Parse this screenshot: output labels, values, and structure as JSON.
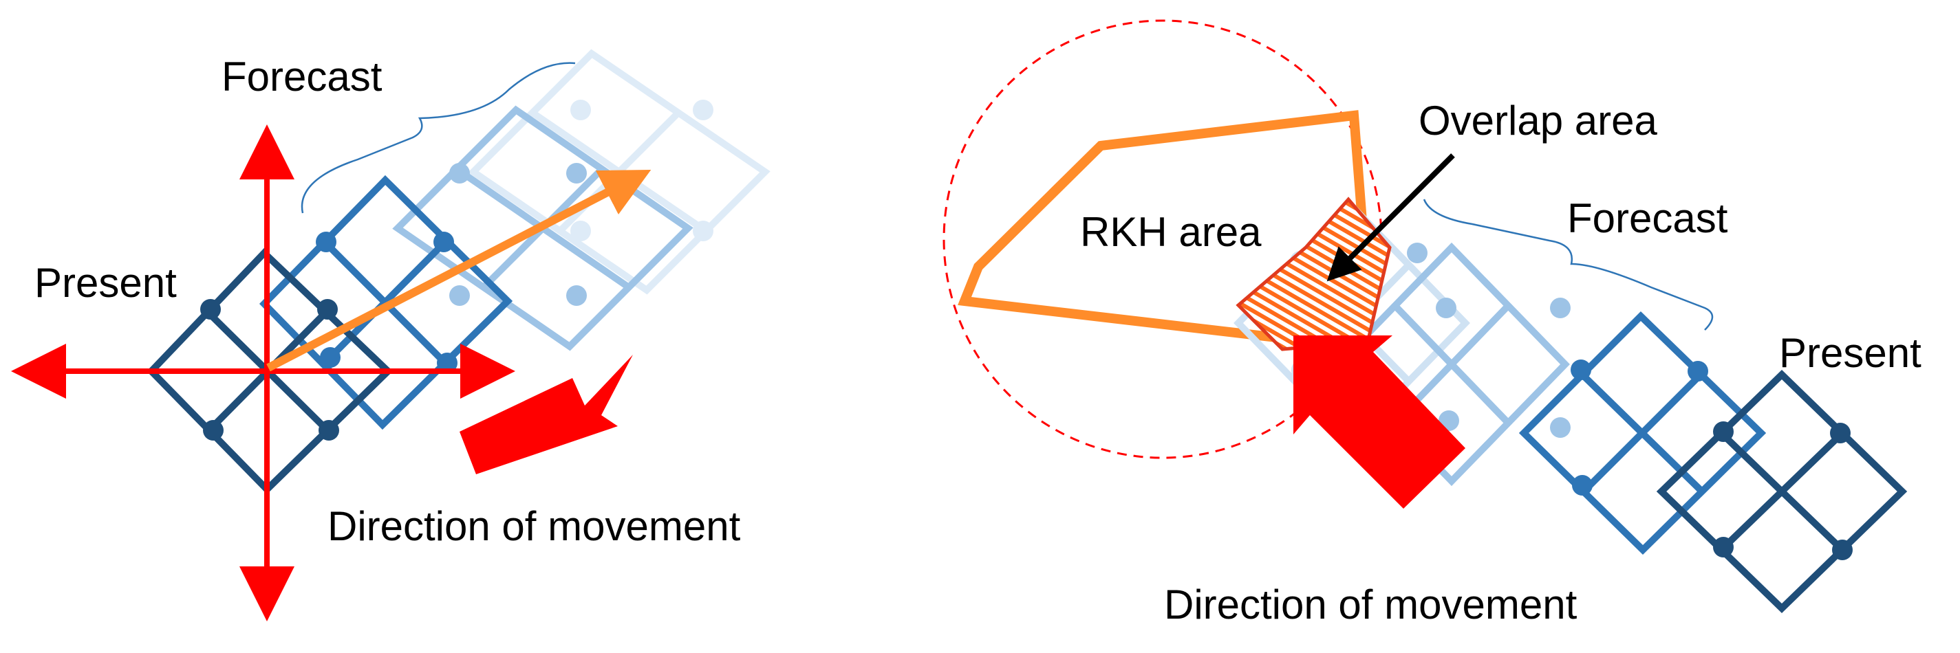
{
  "left_panel": {
    "label_present": "Present",
    "label_forecast": "Forecast",
    "label_direction": "Direction of movement"
  },
  "right_panel": {
    "label_rkh_area": "RKH area",
    "label_overlap_area": "Overlap area",
    "label_forecast": "Forecast",
    "label_present": "Present",
    "label_direction": "Direction of movement"
  },
  "colors": {
    "present_grid": "#1f4e79",
    "forecast_grid_1": "#2e75b6",
    "forecast_grid_2": "#9dc3e6",
    "forecast_grid_3": "#deebf7",
    "axis_arrow": "#ff0000",
    "trajectory_arrow": "#ff8c2a",
    "rkh_outline": "#ff8c2a",
    "overlap_fill": "#ff6a1a",
    "bracket": "#2e75b6",
    "search_circle": "#ff0000"
  },
  "icons": {
    "grid_cell": "diamond-grid-icon",
    "movement": "thick-arrow-icon"
  }
}
